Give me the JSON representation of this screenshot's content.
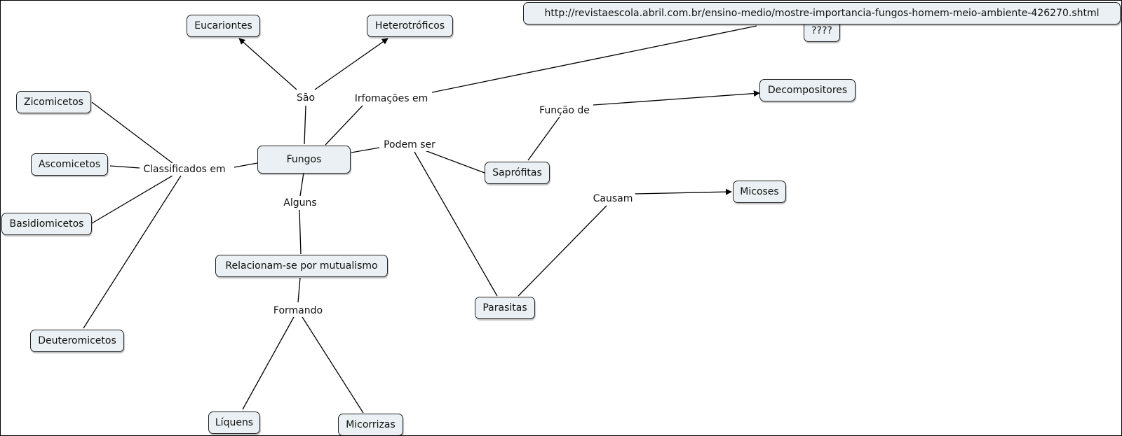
{
  "concepts": {
    "fungos": "Fungos",
    "eucariontes": "Eucariontes",
    "heterotroficos": "Heterotróficos",
    "url": "http://revistaescola.abril.com.br/ensino-medio/mostre-importancia-fungos-homem-meio-ambiente-426270.shtml",
    "question": "????",
    "decompositores": "Decompositores",
    "zicomicetos": "Zicomicetos",
    "ascomicetos": "Ascomicetos",
    "basidiomicetos": "Basidiomicetos",
    "deuteromicetos": "Deuteromicetos",
    "sapro": "Saprófitas",
    "parasitas": "Parasitas",
    "micoses": "Micoses",
    "mutualismo": "Relacionam-se por mutualismo",
    "liquens": "Líquens",
    "micorrizas": "Micorrizas"
  },
  "linking_phrases": {
    "sao": "São",
    "informacoes": "Irfomações em",
    "classificados": "Classificados em",
    "podem_ser": "Podem ser",
    "funcao_de": "Função de",
    "causam": "Causam",
    "alguns": "Alguns",
    "formando": "Formando"
  },
  "colors": {
    "node_fill": "#eaf0f3",
    "node_border": "#222222",
    "line": "#000000"
  }
}
